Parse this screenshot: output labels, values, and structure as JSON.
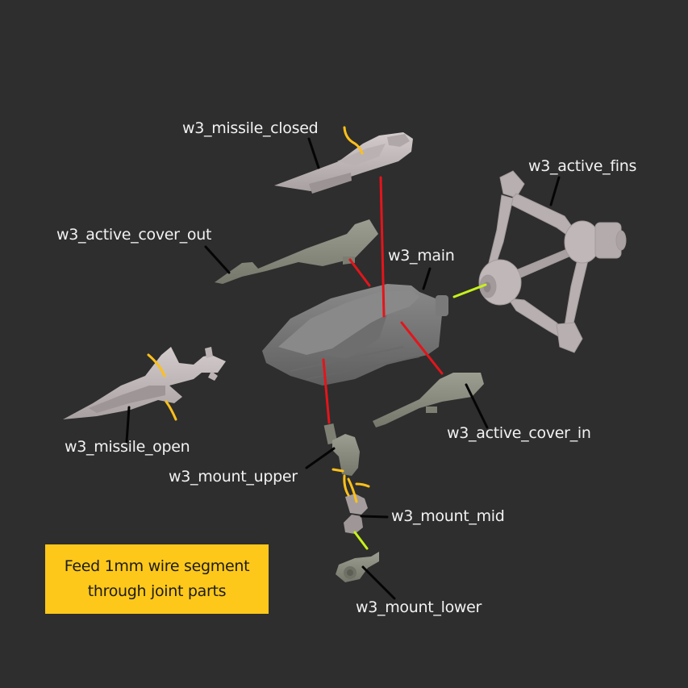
{
  "diagram": {
    "background": "#2e2e2e",
    "colors": {
      "leader_line": "#000000",
      "assembly_line": "#e3151b",
      "connection_line": "#c6f21a",
      "wire": "#fdc01a",
      "part_light": "#c4bcbc",
      "part_gray": "#7c7c7c",
      "part_olive": "#8b8d80",
      "note_background": "#fec81a"
    },
    "labels": {
      "missile_closed": "w3_missile_closed",
      "active_fins": "w3_active_fins",
      "active_cover_out": "w3_active_cover_out",
      "main": "w3_main",
      "missile_open": "w3_missile_open",
      "active_cover_in": "w3_active_cover_in",
      "mount_upper": "w3_mount_upper",
      "mount_mid": "w3_mount_mid",
      "mount_lower": "w3_mount_lower"
    },
    "note": {
      "line1": "Feed 1mm wire segment",
      "line2": "through joint parts"
    }
  }
}
